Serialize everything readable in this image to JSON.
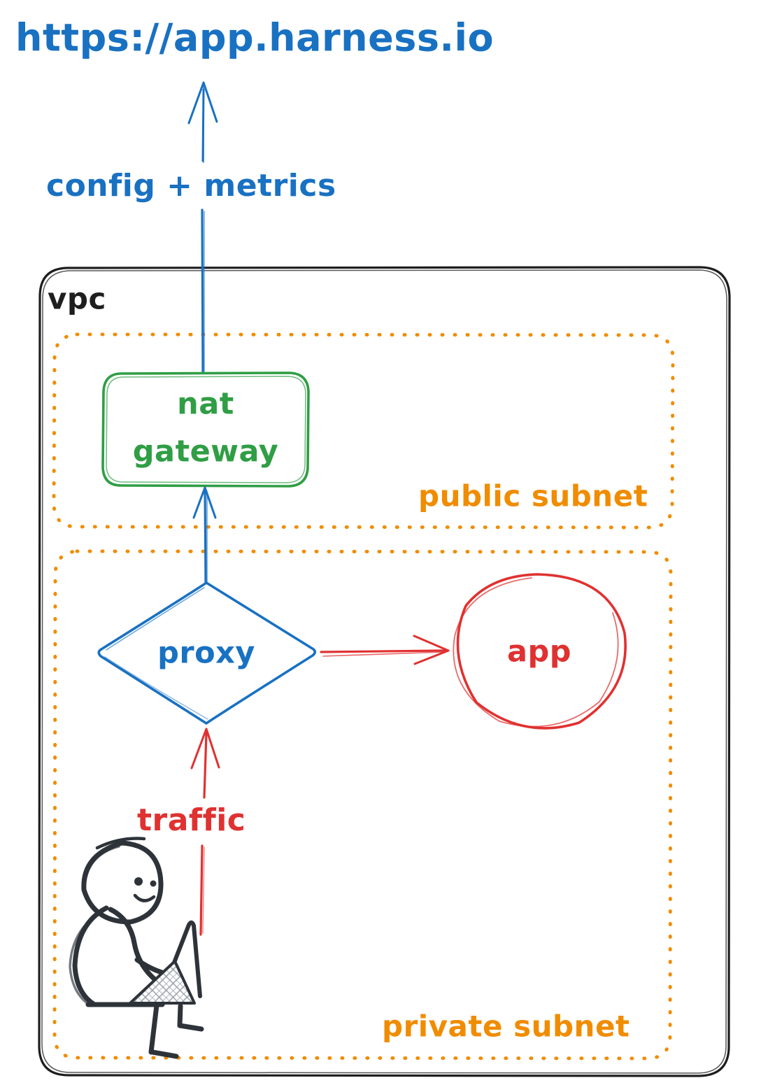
{
  "diagram": {
    "title": "Harness delegate VPC network topology",
    "style": "hand-drawn sketch",
    "background": "#ffffff",
    "colors": {
      "blue": "#1971c2",
      "green": "#2f9e44",
      "orange": "#f08c00",
      "red": "#e03131",
      "ink": "#2d3339"
    }
  },
  "labels": {
    "endpoint_url": "https://app.harness.io",
    "config_metrics": "config + metrics",
    "vpc": "vpc",
    "nat_gateway_line1": "nat",
    "nat_gateway_line2": "gateway",
    "public_subnet": "public subnet",
    "private_subnet": "private subnet",
    "proxy": "proxy",
    "app": "app",
    "traffic": "traffic"
  },
  "nodes": [
    {
      "id": "endpoint",
      "name": "endpoint-url",
      "label": "https://app.harness.io",
      "shape": "text",
      "color": "#1971c2",
      "container": "internet"
    },
    {
      "id": "nat-gateway",
      "name": "nat-gateway-node",
      "label": "nat gateway",
      "shape": "rounded-rectangle",
      "color": "#2f9e44",
      "container": "public-subnet"
    },
    {
      "id": "proxy",
      "name": "proxy-node",
      "label": "proxy",
      "shape": "diamond",
      "color": "#1971c2",
      "container": "private-subnet"
    },
    {
      "id": "app",
      "name": "app-node",
      "label": "app",
      "shape": "ellipse",
      "color": "#e03131",
      "container": "private-subnet"
    },
    {
      "id": "user",
      "name": "user-with-laptop",
      "label": "",
      "shape": "stick-figure",
      "color": "#2d3339",
      "container": "private-subnet"
    }
  ],
  "containers": [
    {
      "id": "vpc",
      "name": "vpc-boundary",
      "label": "vpc",
      "border": "solid",
      "color": "#1e1e1e"
    },
    {
      "id": "public-subnet",
      "name": "public-subnet-boundary",
      "label": "public subnet",
      "border": "dotted",
      "color": "#f08c00"
    },
    {
      "id": "private-subnet",
      "name": "private-subnet-boundary",
      "label": "private subnet",
      "border": "dotted",
      "color": "#f08c00"
    }
  ],
  "edges": [
    {
      "id": "nat-to-endpoint",
      "name": "config-metrics-arrow",
      "from": "nat-gateway",
      "to": "endpoint",
      "label": "config + metrics",
      "color": "#1971c2",
      "direction": "up"
    },
    {
      "id": "proxy-to-nat",
      "name": "proxy-to-nat-arrow",
      "from": "proxy",
      "to": "nat-gateway",
      "label": "",
      "color": "#1971c2",
      "direction": "up"
    },
    {
      "id": "proxy-to-app",
      "name": "proxy-to-app-arrow",
      "from": "proxy",
      "to": "app",
      "label": "",
      "color": "#e03131",
      "direction": "right"
    },
    {
      "id": "user-to-proxy",
      "name": "traffic-arrow",
      "from": "user",
      "to": "proxy",
      "label": "traffic",
      "color": "#e03131",
      "direction": "up"
    }
  ]
}
